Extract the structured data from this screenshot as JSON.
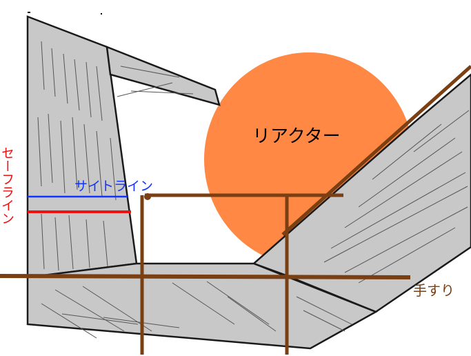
{
  "labels": {
    "reactor": "リアクター",
    "sight_line": "サイトライン",
    "safe_line": "セーフライン",
    "handrail": "手すり"
  },
  "colors": {
    "wall_fill": "#c8c8c8",
    "outline": "#1a1a1a",
    "reactor": "#ff8844",
    "handrail": "#7a3f12",
    "sight_line": "#1133ff",
    "safe_line": "#ee1111",
    "text": "#000000"
  },
  "icons": {
    "dot": "dot-icon"
  }
}
